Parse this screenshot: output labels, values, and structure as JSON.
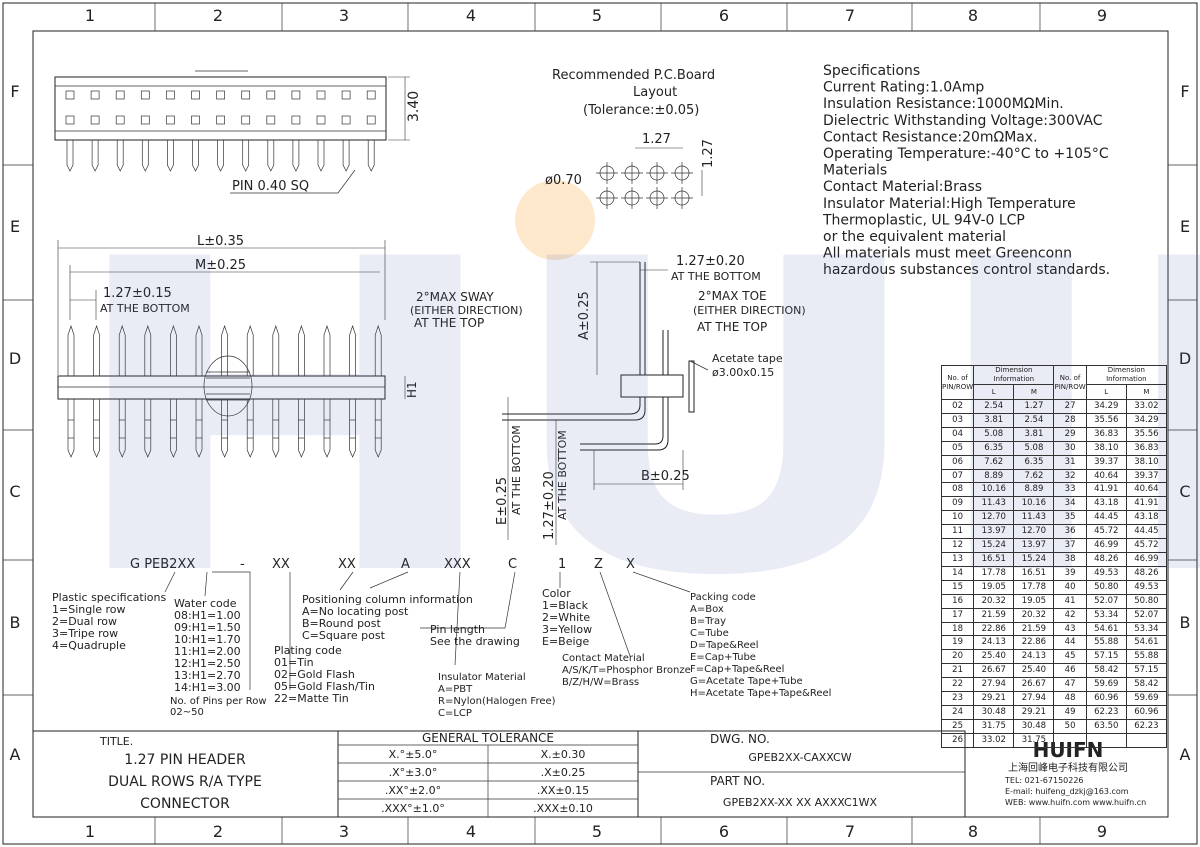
{
  "grid": {
    "columns": [
      "1",
      "2",
      "3",
      "4",
      "5",
      "6",
      "7",
      "8",
      "9"
    ],
    "rows": [
      "F",
      "E",
      "D",
      "C",
      "B",
      "A"
    ]
  },
  "watermark": "HUIFN",
  "top_view": {
    "pin_label": "PIN 0.40 SQ",
    "height_dim": "3.40"
  },
  "pcb_layout": {
    "title_line1": "Recommended P.C.Board",
    "title_line2": "Layout",
    "title_line3": "(Tolerance:±0.05)",
    "pitch_h": "1.27",
    "pitch_v": "1.27",
    "hole": "ø0.70"
  },
  "specs": [
    "Specifications",
    "Current Rating:1.0Amp",
    "Insulation Resistance:1000MΩMin.",
    "Dielectric Withstanding Voltage:300VAC",
    "Contact Resistance:20mΩMax.",
    "Operating Temperature:-40°C to +105°C",
    "Materials",
    "Contact Material:Brass",
    "Insulator Material:High Temperature",
    "Thermoplastic, UL 94V-0 LCP",
    "or the equivalent material",
    "All materials must meet Greenconn",
    "hazardous substances control standards."
  ],
  "front_view": {
    "l_dim": "L±0.35",
    "m_dim": "M±0.25",
    "pitch_dim": "1.27±0.15",
    "pitch_note": "AT THE BOTTOM",
    "sway1": "2°MAX SWAY",
    "sway2": "(EITHER DIRECTION)",
    "sway3": "AT THE TOP",
    "h1": "H1"
  },
  "side_view": {
    "a_dim": "A±0.25",
    "pitch_dim": "1.27±0.20",
    "pitch_note": "AT THE BOTTOM",
    "toe1": "2°MAX TOE",
    "toe2": "(EITHER DIRECTION)",
    "toe3": "AT THE TOP",
    "tape1": "Acetate tape",
    "tape2": "ø3.00x0.15",
    "e_dim": "E±0.25",
    "e_note": "AT THE BOTTOM",
    "b_pitch": "1.27±0.20",
    "b_pitch_note": "AT THE BOTTOM",
    "b_dim": "B±0.25"
  },
  "table": {
    "h_no": "No. of",
    "h_pinrow": "PIN/ROW",
    "h_dim": "Dimension Information",
    "h_l": "L",
    "h_m": "M",
    "rows": [
      [
        "02",
        "2.54",
        "1.27",
        "27",
        "34.29",
        "33.02"
      ],
      [
        "03",
        "3.81",
        "2.54",
        "28",
        "35.56",
        "34.29"
      ],
      [
        "04",
        "5.08",
        "3.81",
        "29",
        "36.83",
        "35.56"
      ],
      [
        "05",
        "6.35",
        "5.08",
        "30",
        "38.10",
        "36.83"
      ],
      [
        "06",
        "7.62",
        "6.35",
        "31",
        "39.37",
        "38.10"
      ],
      [
        "07",
        "8.89",
        "7.62",
        "32",
        "40.64",
        "39.37"
      ],
      [
        "08",
        "10.16",
        "8.89",
        "33",
        "41.91",
        "40.64"
      ],
      [
        "09",
        "11.43",
        "10.16",
        "34",
        "43.18",
        "41.91"
      ],
      [
        "10",
        "12.70",
        "11.43",
        "35",
        "44.45",
        "43.18"
      ],
      [
        "11",
        "13.97",
        "12.70",
        "36",
        "45.72",
        "44.45"
      ],
      [
        "12",
        "15.24",
        "13.97",
        "37",
        "46.99",
        "45.72"
      ],
      [
        "13",
        "16.51",
        "15.24",
        "38",
        "48.26",
        "46.99"
      ],
      [
        "14",
        "17.78",
        "16.51",
        "39",
        "49.53",
        "48.26"
      ],
      [
        "15",
        "19.05",
        "17.78",
        "40",
        "50.80",
        "49.53"
      ],
      [
        "16",
        "20.32",
        "19.05",
        "41",
        "52.07",
        "50.80"
      ],
      [
        "17",
        "21.59",
        "20.32",
        "42",
        "53.34",
        "52.07"
      ],
      [
        "18",
        "22.86",
        "21.59",
        "43",
        "54.61",
        "53.34"
      ],
      [
        "19",
        "24.13",
        "22.86",
        "44",
        "55.88",
        "54.61"
      ],
      [
        "20",
        "25.40",
        "24.13",
        "45",
        "57.15",
        "55.88"
      ],
      [
        "21",
        "26.67",
        "25.40",
        "46",
        "58.42",
        "57.15"
      ],
      [
        "22",
        "27.94",
        "26.67",
        "47",
        "59.69",
        "58.42"
      ],
      [
        "23",
        "29.21",
        "27.94",
        "48",
        "60.96",
        "59.69"
      ],
      [
        "24",
        "30.48",
        "29.21",
        "49",
        "62.23",
        "60.96"
      ],
      [
        "25",
        "31.75",
        "30.48",
        "50",
        "63.50",
        "62.23"
      ],
      [
        "26",
        "33.02",
        "31.75",
        "",
        "",
        " "
      ]
    ]
  },
  "part_code": {
    "segments": [
      "G PEB2XX",
      "-",
      "XX",
      "XX",
      "A",
      "XXX",
      "C",
      "1",
      "Z",
      "X"
    ],
    "plastic": [
      "Plastic specifications",
      "1=Single row",
      "2=Dual row",
      "3=Tripe row",
      "4=Quadruple"
    ],
    "water": [
      "Water code",
      "08:H1=1.00",
      "09:H1=1.50",
      "10:H1=1.70",
      "11:H1=2.00",
      "12:H1=2.50",
      "13:H1=2.70",
      "14:H1=3.00"
    ],
    "pins_per_row": [
      "No. of Pins per Row",
      "02~50"
    ],
    "positioning": [
      "Positioning column information",
      "A=No locating post",
      "B=Round post",
      "C=Square post"
    ],
    "plating": [
      "Plating code",
      "01=Tin",
      "02=Gold Flash",
      "05=Gold Flash/Tin",
      "22=Matte Tin"
    ],
    "pin_length": [
      "Pin length",
      "See the drawing"
    ],
    "insulator": [
      "Insulator Material",
      "A=PBT",
      "R=Nylon(Halogen Free)",
      "C=LCP"
    ],
    "color": [
      "Color",
      "1=Black",
      "2=White",
      "3=Yellow",
      "E=Beige"
    ],
    "contact": [
      "Contact Material",
      "A/S/K/T=Phosphor Bronze",
      "B/Z/H/W=Brass"
    ],
    "packing": [
      "Packing code",
      "A=Box",
      "B=Tray",
      "C=Tube",
      "D=Tape&Reel",
      "E=Cap+Tube",
      "F=Cap+Tape&Reel",
      "G=Acetate Tape+Tube",
      "H=Acetate Tape+Tape&Reel"
    ]
  },
  "title_block": {
    "title_label": "TITLE.",
    "title_lines": [
      "1.27 PIN HEADER",
      "DUAL ROWS R/A TYPE",
      "CONNECTOR"
    ],
    "tolerance_header": "GENERAL TOLERANCE",
    "tolerance_rows": [
      [
        "X.°±5.0°",
        "X.±0.30"
      ],
      [
        ".X°±3.0°",
        ".X±0.25"
      ],
      [
        ".XX°±2.0°",
        ".XX±0.15"
      ],
      [
        ".XXX°±1.0°",
        ".XXX±0.10"
      ]
    ],
    "dwg_label": "DWG. NO.",
    "dwg_value": "GPEB2XX-CAXXCW",
    "part_label": "PART NO.",
    "part_value": "GPEB2XX-XX XX AXXXC1WX",
    "logo": "HUIFN",
    "company": "上海回峰电子科技有限公司",
    "tel": "TEL: 021-67150226",
    "email": "E-mail: huifeng_dzkj@163.com",
    "web": "WEB: www.huifn.com  www.huifn.cn"
  }
}
